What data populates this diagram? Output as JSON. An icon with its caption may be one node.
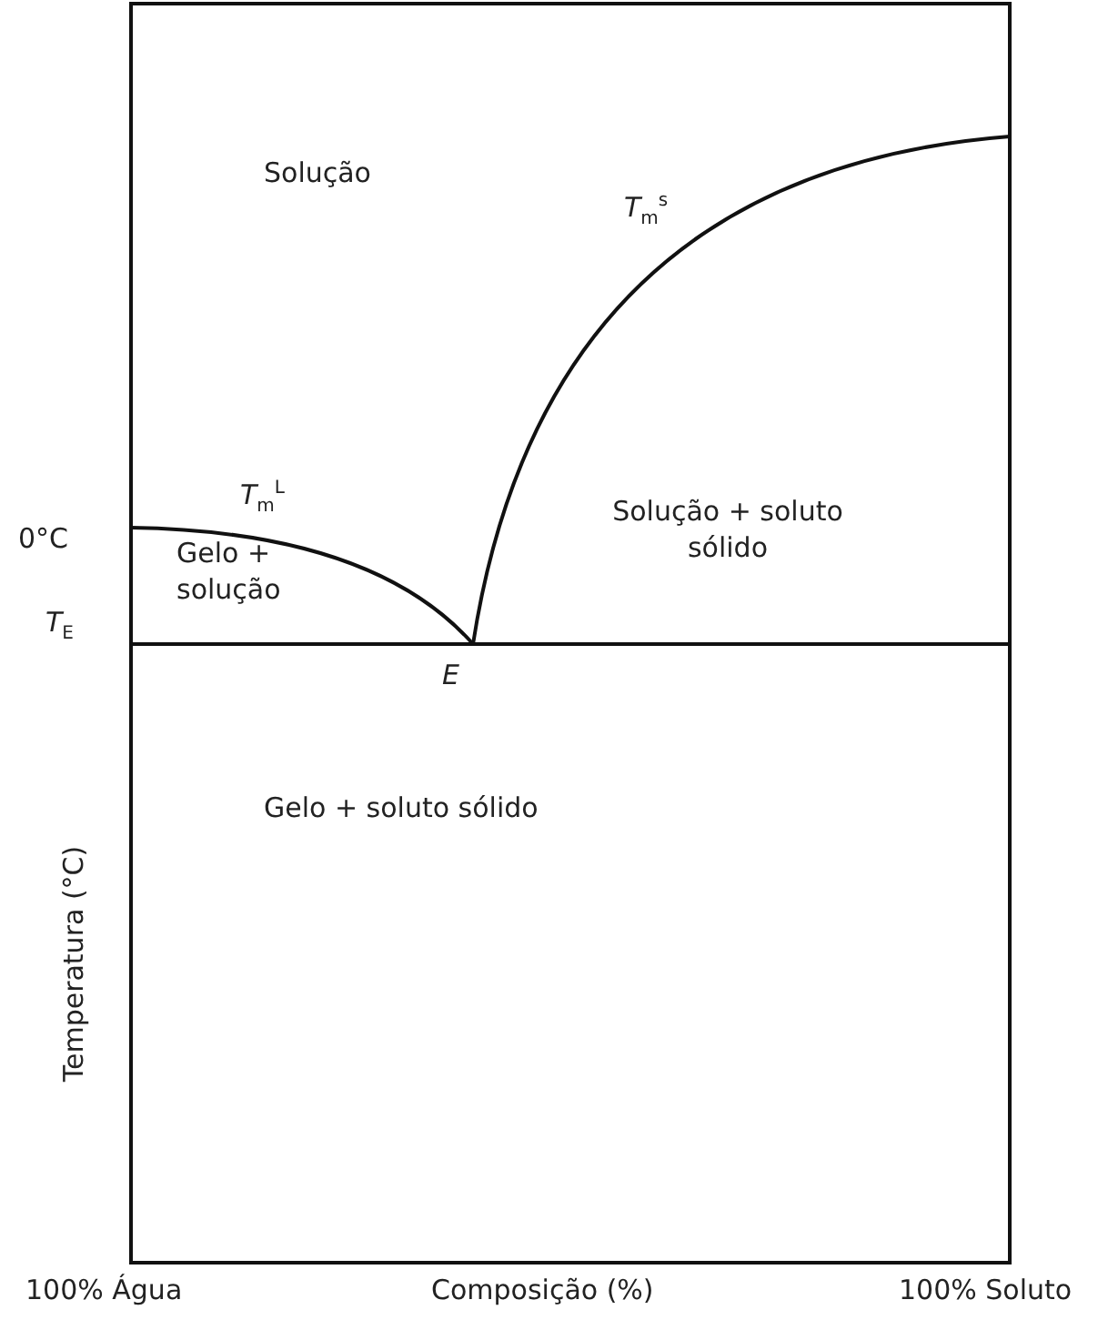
{
  "diagram": {
    "labels": [
      "Solução",
      "*T*$_{m}$$^{s}$",
      "Solução + soluto sólido",
      "*T*$_{m}$$^{L}$",
      "0°C",
      "Gelo + solução",
      "*T*$_{E}$",
      "*E*",
      "Gelo + soluto sólido",
      "Temperatura (°C)",
      "100% Água",
      "Composição (%)",
      "100% Soluto"
    ]
  }
}
